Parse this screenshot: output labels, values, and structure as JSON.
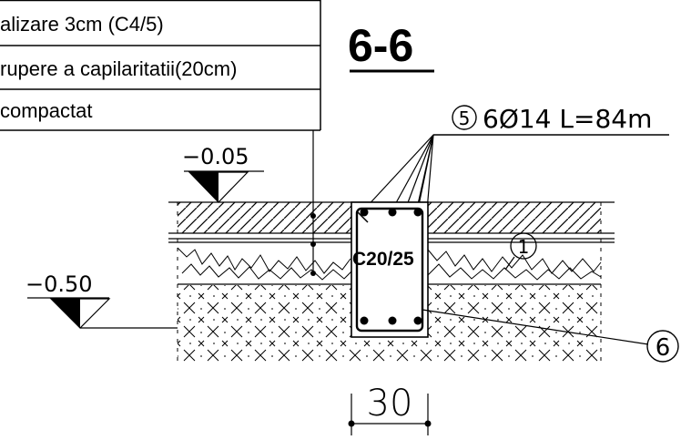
{
  "title": "6-6",
  "layer_legend": [
    "alizare 3cm (C4/5)",
    "rupere a capilaritatii(20cm)",
    "compactat"
  ],
  "elevations": {
    "top": "−0.05",
    "bottom": "−0.50"
  },
  "rebar_callout": {
    "marker": "5",
    "text": "6Ø14 L=84m"
  },
  "stirrup_marker": "6",
  "layer_marker": "1",
  "concrete_class": "C20/25",
  "beam_width": "30",
  "colors": {
    "ink": "#000000",
    "background": "#ffffff"
  }
}
